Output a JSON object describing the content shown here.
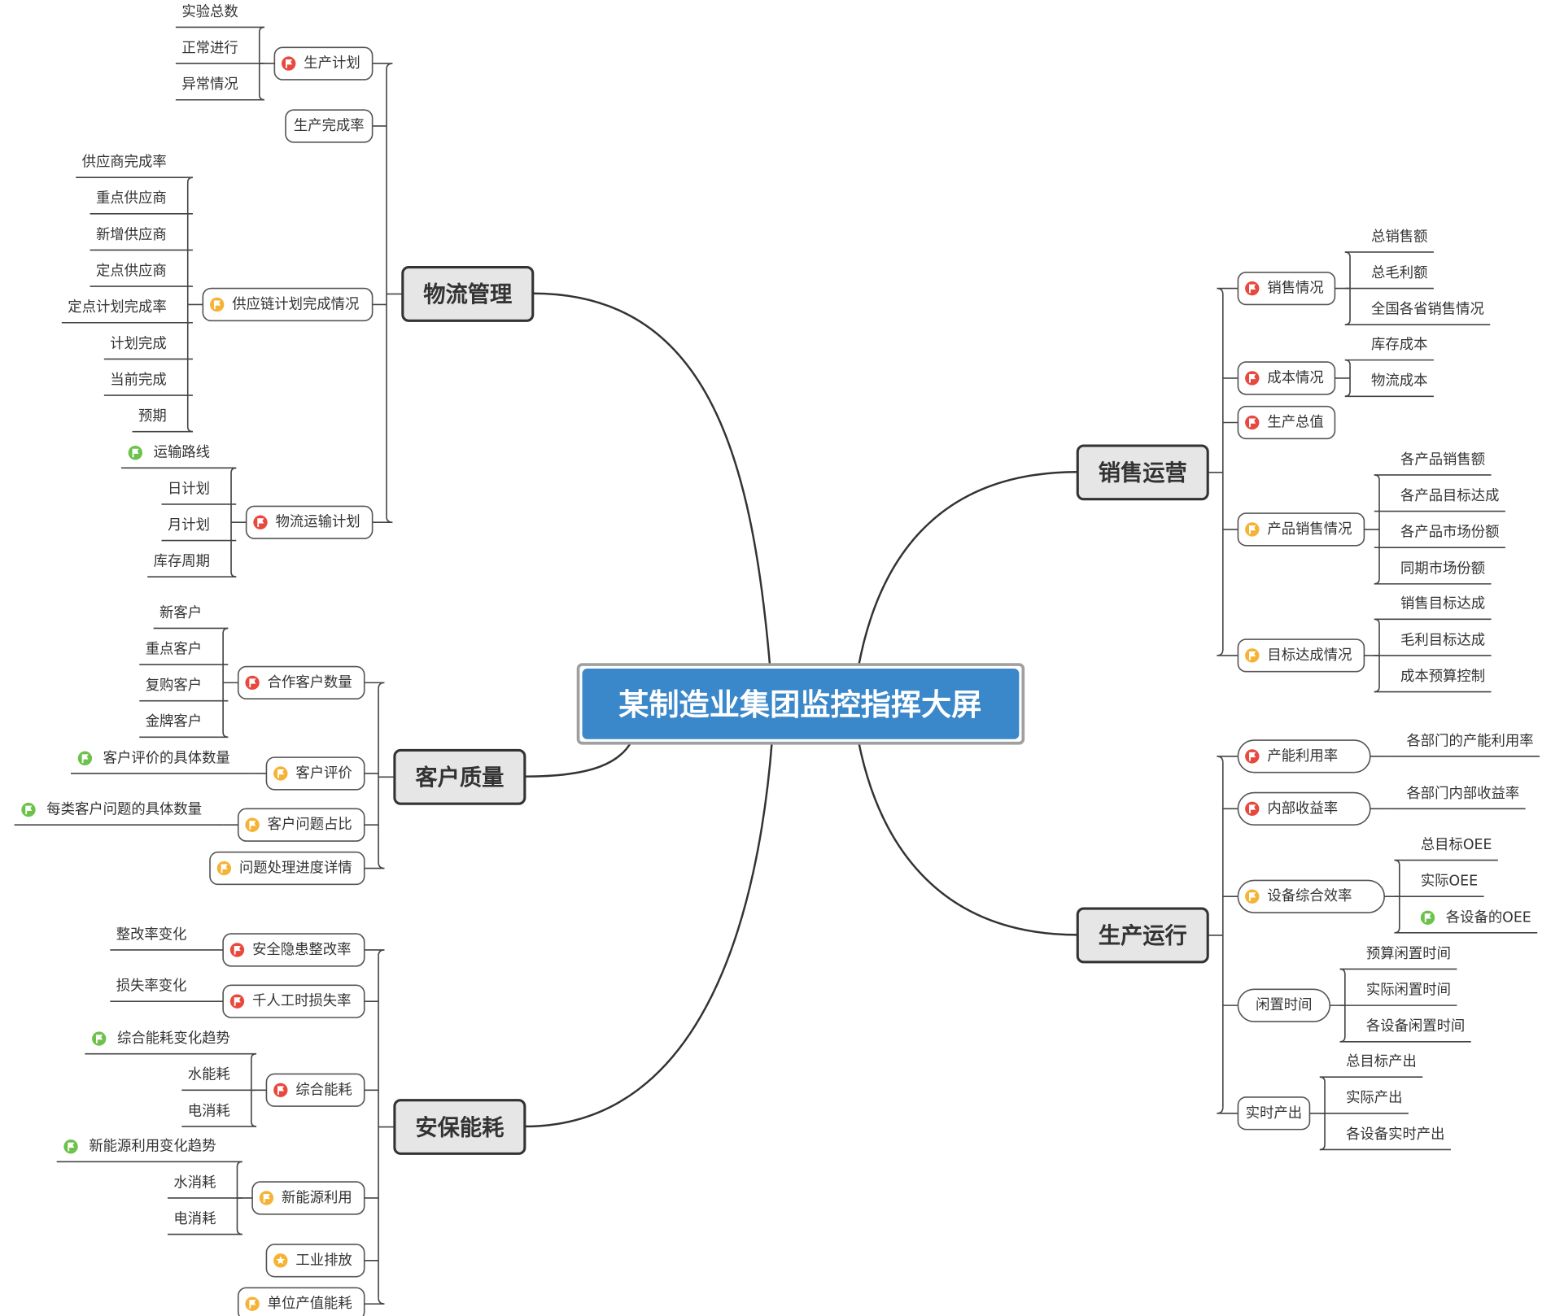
{
  "title": "某制造业集团监控指挥大屏",
  "colors": {
    "title_bg": "#3a87c9",
    "main_bg": "#e6e6e6",
    "red": "#e8493f",
    "orange": "#f5b335",
    "green": "#6cc24a"
  },
  "branches": [
    {
      "label": "物流管理",
      "children": [
        {
          "label": "生产计划",
          "icon": "red-flag",
          "leaves": [
            {
              "label": "实验总数"
            },
            {
              "label": "正常进行"
            },
            {
              "label": "异常情况"
            }
          ]
        },
        {
          "label": "生产完成率",
          "leaves": []
        },
        {
          "label": "供应链计划完成情况",
          "icon": "orange-flag",
          "leaves": [
            {
              "label": "供应商完成率"
            },
            {
              "label": "重点供应商"
            },
            {
              "label": "新增供应商"
            },
            {
              "label": "定点供应商"
            },
            {
              "label": "定点计划完成率"
            },
            {
              "label": "计划完成"
            },
            {
              "label": "当前完成"
            },
            {
              "label": "预期"
            }
          ]
        },
        {
          "label": "物流运输计划",
          "icon": "red-flag",
          "leaves": [
            {
              "label": "运输路线",
              "icon": "green-flag"
            },
            {
              "label": "日计划"
            },
            {
              "label": "月计划"
            },
            {
              "label": "库存周期"
            }
          ]
        }
      ]
    },
    {
      "label": "客户质量",
      "children": [
        {
          "label": "合作客户数量",
          "icon": "red-flag",
          "leaves": [
            {
              "label": "新客户"
            },
            {
              "label": "重点客户"
            },
            {
              "label": "复购客户"
            },
            {
              "label": "金牌客户"
            }
          ]
        },
        {
          "label": "客户评价",
          "icon": "orange-flag",
          "leaves": [
            {
              "label": "客户评价的具体数量",
              "icon": "green-flag"
            }
          ]
        },
        {
          "label": "客户问题占比",
          "icon": "orange-flag",
          "leaves": [
            {
              "label": "每类客户问题的具体数量",
              "icon": "green-flag"
            }
          ]
        },
        {
          "label": "问题处理进度详情",
          "icon": "orange-flag",
          "leaves": []
        }
      ]
    },
    {
      "label": "安保能耗",
      "children": [
        {
          "label": "安全隐患整改率",
          "icon": "red-flag",
          "leaves": [
            {
              "label": "整改率变化"
            }
          ]
        },
        {
          "label": "千人工时损失率",
          "icon": "red-flag",
          "leaves": [
            {
              "label": "损失率变化"
            }
          ]
        },
        {
          "label": "综合能耗",
          "icon": "red-flag",
          "leaves": [
            {
              "label": "综合能耗变化趋势",
              "icon": "green-flag"
            },
            {
              "label": "水能耗"
            },
            {
              "label": "电消耗"
            }
          ]
        },
        {
          "label": "新能源利用",
          "icon": "orange-flag",
          "leaves": [
            {
              "label": "新能源利用变化趋势",
              "icon": "green-flag"
            },
            {
              "label": "水消耗"
            },
            {
              "label": "电消耗"
            }
          ]
        },
        {
          "label": "工业排放",
          "icon": "orange-star",
          "leaves": []
        },
        {
          "label": "单位产值能耗",
          "icon": "orange-flag",
          "leaves": []
        }
      ]
    },
    {
      "label": "销售运营",
      "children": [
        {
          "label": "销售情况",
          "icon": "red-flag",
          "leaves": [
            {
              "label": "总销售额"
            },
            {
              "label": "总毛利额"
            },
            {
              "label": "全国各省销售情况"
            }
          ]
        },
        {
          "label": "成本情况",
          "icon": "red-flag",
          "leaves": [
            {
              "label": "库存成本"
            },
            {
              "label": "物流成本"
            }
          ]
        },
        {
          "label": "生产总值",
          "icon": "red-flag",
          "leaves": []
        },
        {
          "label": "产品销售情况",
          "icon": "orange-flag",
          "leaves": [
            {
              "label": "各产品销售额"
            },
            {
              "label": "各产品目标达成"
            },
            {
              "label": "各产品市场份额"
            },
            {
              "label": "同期市场份额"
            }
          ]
        },
        {
          "label": "目标达成情况",
          "icon": "orange-flag",
          "leaves": [
            {
              "label": "销售目标达成"
            },
            {
              "label": "毛利目标达成"
            },
            {
              "label": "成本预算控制"
            }
          ]
        }
      ]
    },
    {
      "label": "生产运行",
      "children": [
        {
          "label": "产能利用率",
          "icon": "red-flag",
          "leaves": [
            {
              "label": "各部门的产能利用率"
            }
          ]
        },
        {
          "label": "内部收益率",
          "icon": "red-flag",
          "leaves": [
            {
              "label": "各部门内部收益率"
            }
          ]
        },
        {
          "label": "设备综合效率",
          "icon": "orange-flag",
          "leaves": [
            {
              "label": "总目标OEE"
            },
            {
              "label": "实际OEE"
            },
            {
              "label": "各设备的OEE",
              "icon": "green-flag"
            }
          ]
        },
        {
          "label": "闲置时间",
          "leaves": [
            {
              "label": "预算闲置时间"
            },
            {
              "label": "实际闲置时间"
            },
            {
              "label": "各设备闲置时间"
            }
          ]
        },
        {
          "label": "实时产出",
          "leaves": [
            {
              "label": "总目标产出"
            },
            {
              "label": "实际产出"
            },
            {
              "label": "各设备实时产出"
            }
          ]
        }
      ]
    }
  ]
}
